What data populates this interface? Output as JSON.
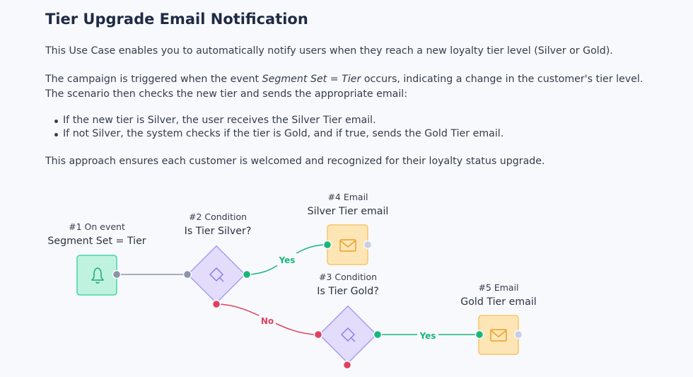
{
  "title": "Tier Upgrade Email Notification",
  "intro": "This Use Case enables you to automatically notify users when they reach a new loyalty tier level (Silver or Gold).",
  "trigger": {
    "before": "The campaign is triggered when the event ",
    "event": "Segment Set = Tier",
    "after": " occurs, indicating a change in the customer's tier level.",
    "line2": "The scenario then checks the new tier and sends the appropriate email:"
  },
  "bullets": [
    "If the new tier is Silver, the user receives the Silver Tier email.",
    "If not Silver, the system checks if the tier is Gold, and if true, sends the Gold Tier email."
  ],
  "conclusion": "This approach ensures each customer is welcomed and recognized for their loyalty status upgrade.",
  "flow": {
    "nodes": [
      {
        "step": "#1 On event",
        "name": "Segment Set = Tier",
        "kind": "event",
        "icon": "bell-icon"
      },
      {
        "step": "#2 Condition",
        "name": "Is Tier Silver?",
        "kind": "condition",
        "icon": "diamond-icon"
      },
      {
        "step": "#4 Email",
        "name": "Silver Tier email",
        "kind": "email",
        "icon": "envelope-icon"
      },
      {
        "step": "#3 Condition",
        "name": "Is Tier Gold?",
        "kind": "condition",
        "icon": "diamond-icon"
      },
      {
        "step": "#5 Email",
        "name": "Gold Tier email",
        "kind": "email",
        "icon": "envelope-icon"
      }
    ],
    "edges": [
      {
        "from": "#1",
        "to": "#2",
        "label": ""
      },
      {
        "from": "#2",
        "to": "#4",
        "label": "Yes"
      },
      {
        "from": "#2",
        "to": "#3",
        "label": "No"
      },
      {
        "from": "#3",
        "to": "#5",
        "label": "Yes"
      }
    ],
    "colors": {
      "event_fill": "#bff3e0",
      "event_stroke": "#43d6a4",
      "condition_fill": "#e3ddfb",
      "condition_stroke": "#a79cf2",
      "email_fill": "#fde5b5",
      "email_stroke": "#f6c56a",
      "yes": "#17b67a",
      "no": "#e0405e",
      "neutral": "#8a94a8"
    }
  }
}
